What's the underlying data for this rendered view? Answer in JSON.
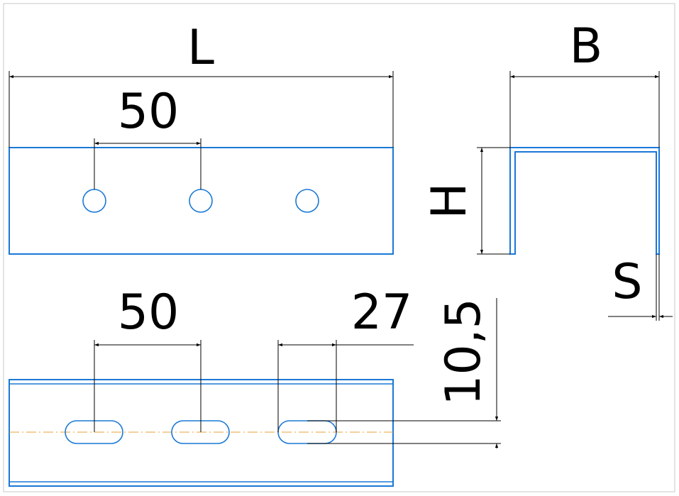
{
  "colors": {
    "part_outline": "#1a78d6",
    "dimension": "#000000",
    "centerline": "#e8a23a",
    "frame": "#c8c8c8",
    "background": "#ffffff"
  },
  "top_view": {
    "length_label": "L",
    "hole_pitch_label": "50",
    "hole_count": 3
  },
  "profile_view": {
    "width_label": "B",
    "height_label": "H",
    "thickness_label": "S"
  },
  "slotted_view": {
    "slot_pitch_label": "50",
    "slot_length_label": "27",
    "slot_width_label": "10,5",
    "slot_count": 3
  }
}
